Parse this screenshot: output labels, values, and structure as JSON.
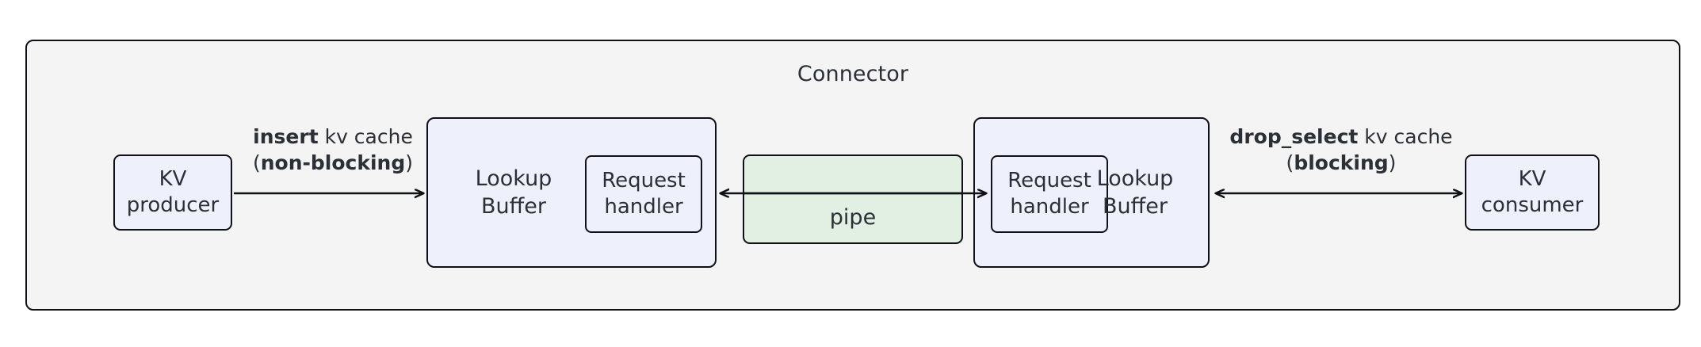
{
  "diagram": {
    "title": "Connector",
    "type": "flow-diagram",
    "colors": {
      "container_fill": "#f4f4f4",
      "node_fill": "#eef1fb",
      "pipe_fill": "#e2f0e4",
      "stroke": "#0f1116",
      "text": "#2b2f36"
    }
  },
  "nodes": {
    "kv_producer": {
      "line1": "KV",
      "line2": "producer"
    },
    "kv_consumer": {
      "line1": "KV",
      "line2": "consumer"
    },
    "lookup_buffer_left": {
      "line1": "Lookup",
      "line2": "Buffer"
    },
    "lookup_buffer_right": {
      "line1": "Lookup",
      "line2": "Buffer"
    },
    "request_handler_left": {
      "line1": "Request",
      "line2": "handler"
    },
    "request_handler_right": {
      "line1": "Request",
      "line2": "handler"
    },
    "pipe": {
      "label": "pipe"
    }
  },
  "edges": {
    "insert": {
      "op": "insert",
      "rest": " kv cache",
      "mode_open": "(",
      "mode": "non-blocking",
      "mode_close": ")",
      "direction": "right"
    },
    "drop_select": {
      "op": "drop_select",
      "rest": " kv cache",
      "mode_open": "(",
      "mode": "blocking",
      "mode_close": ")",
      "direction": "bidirectional"
    }
  }
}
